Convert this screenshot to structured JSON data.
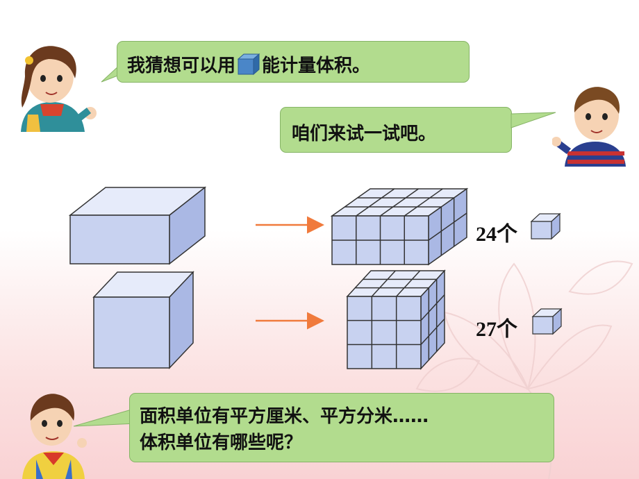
{
  "bubbles": {
    "guess_before": "我猜想可以用",
    "guess_after": "能计量体积。",
    "try_it": "咱们来试一试吧。",
    "question_line1": "面积单位有平方厘米、平方分米……",
    "question_line2": "体积单位有哪些呢？"
  },
  "counts": {
    "cuboid_count": "24个",
    "cube_count": "27个"
  },
  "colors": {
    "bubble_fill": "#b2dc8e",
    "solid_front": "#c8d2f0",
    "solid_top": "#e6ebfa",
    "solid_side": "#aab8e4",
    "arrow": "#f07a3c",
    "unit_cube_icon": "#4a86c8"
  },
  "icons": {
    "unit_cube_icon": "unit-cube-icon"
  }
}
